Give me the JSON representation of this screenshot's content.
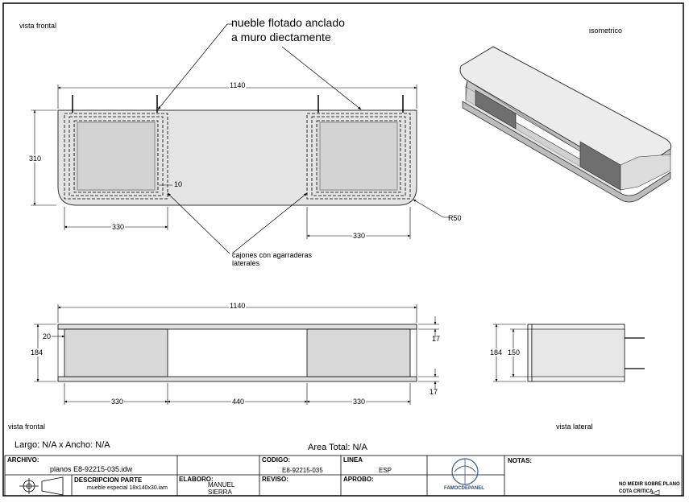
{
  "views": {
    "front_top": "vista frontal",
    "iso": "isometrico",
    "front_bottom": "vista frontal",
    "lateral": "vista lateral"
  },
  "notes": {
    "floating_1": "nueble flotado anclado",
    "floating_2": "a muro diectamente",
    "drawers_1": "cajones con agarraderas",
    "drawers_2": "laterales"
  },
  "dims": {
    "top_width": "1140",
    "top_height": "310",
    "offset": "10",
    "left_drawer": "330",
    "right_drawer": "330",
    "radius": "R50",
    "mid_width": "1140",
    "mid_height": "184",
    "mid_top": "20",
    "mid_right_top": "17",
    "mid_right_bottom": "17",
    "mid_left": "330",
    "mid_center": "440",
    "mid_right": "330",
    "lat_outer": "184",
    "lat_inner": "150"
  },
  "summary": {
    "size": "Largo: N/A x Ancho: N/A",
    "area": "Area Total: N/A"
  },
  "titleblock": {
    "archivo_label": "ARCHIVO:",
    "archivo_value": "planos E8-92215-035.idw",
    "codigo_label": "CODIGO:",
    "codigo_value": "E8-92215-035",
    "linea_label": "LINEA",
    "linea_value": "ESP",
    "notas_label": "NOTAS:",
    "desc_label": "DESCRIPCION PARTE",
    "desc_value": "mueble especial 18x140x30.iam",
    "elaboro_label": "ELABORO:",
    "elaboro_value_1": "MANUEL",
    "elaboro_value_2": "SIERRA",
    "reviso_label": "REVISO:",
    "aprobo_label": "APROBO:",
    "logo_text": "FAMOCDEPANEL",
    "no_medir": "NO MEDIR SOBRE PLANO",
    "cota": "COTA CRITICA"
  }
}
